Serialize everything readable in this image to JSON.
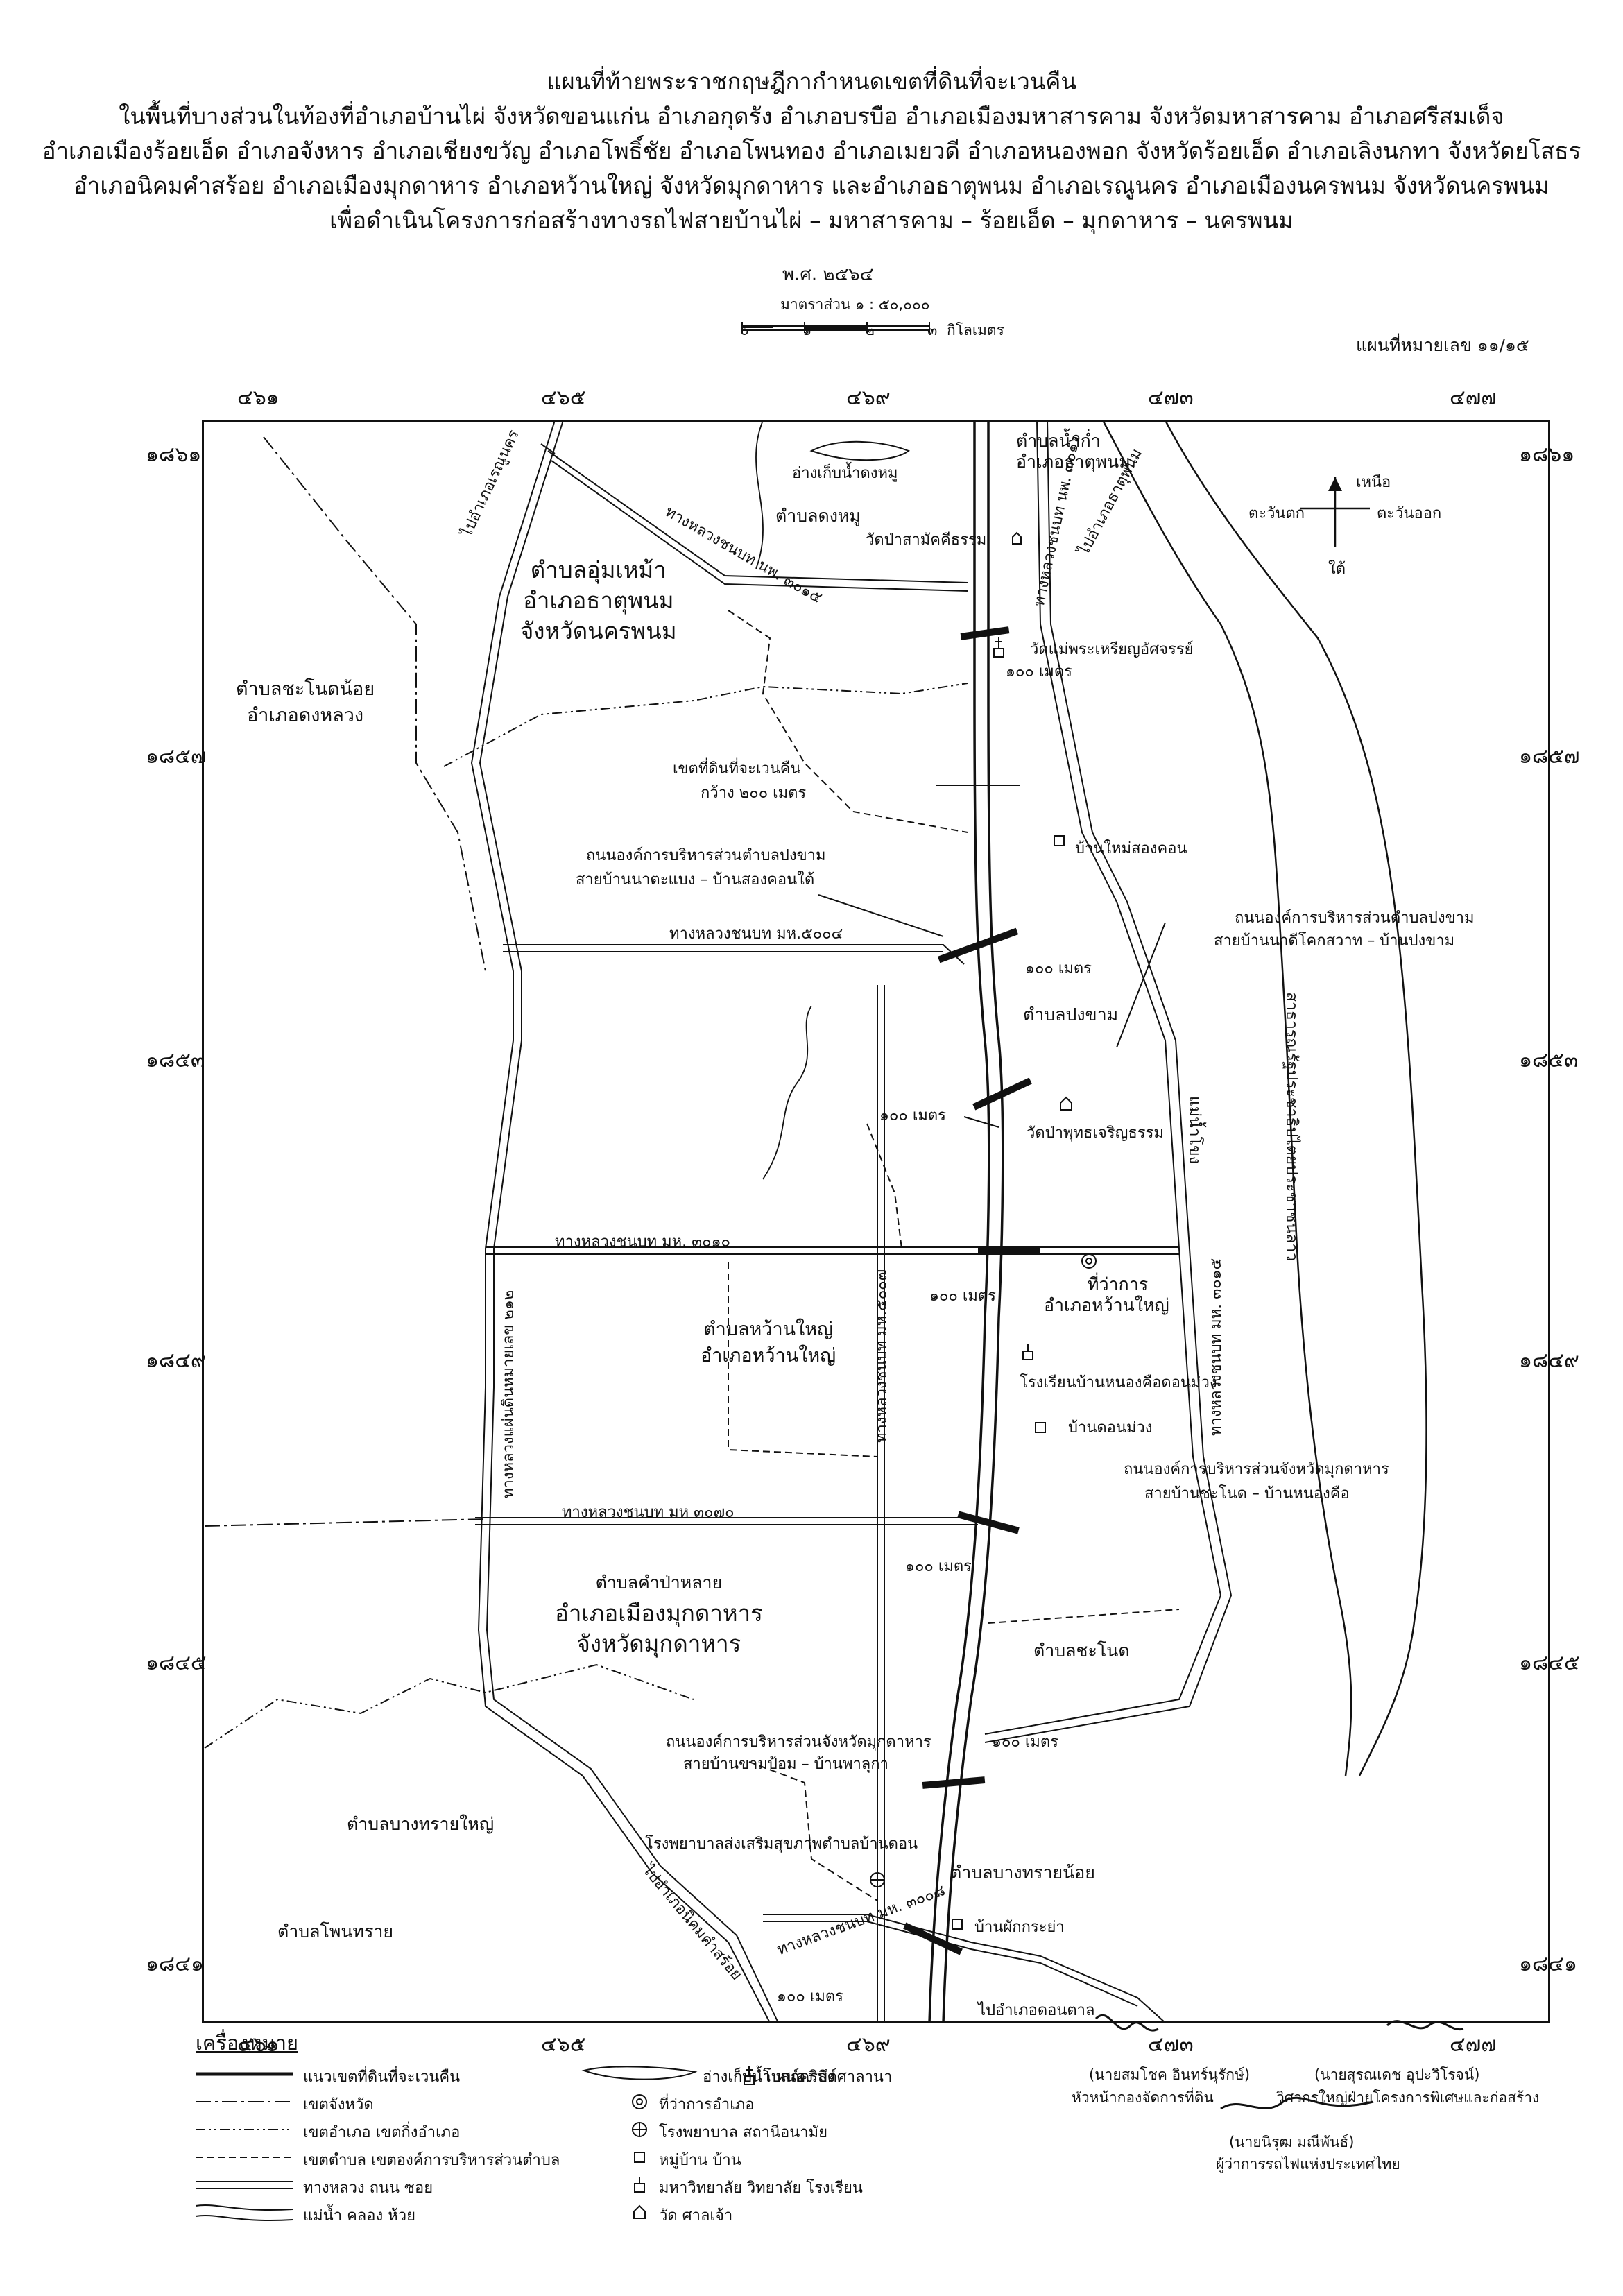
{
  "header": {
    "lines": [
      "แผนที่ท้ายพระราชกฤษฎีกากำหนดเขตที่ดินที่จะเวนคืน",
      "ในพื้นที่บางส่วนในท้องที่อำเภอบ้านไผ่ จังหวัดขอนแก่น อำเภอกุดรัง อำเภอบรบือ อำเภอเมืองมหาสารคาม จังหวัดมหาสารคาม อำเภอศรีสมเด็จ",
      "อำเภอเมืองร้อยเอ็ด อำเภอจังหาร อำเภอเชียงขวัญ อำเภอโพธิ์ชัย อำเภอโพนทอง อำเภอเมยวดี อำเภอหนองพอก จังหวัดร้อยเอ็ด อำเภอเลิงนกทา จังหวัดยโสธร",
      "อำเภอนิคมคำสร้อย อำเภอเมืองมุกดาหาร อำเภอหว้านใหญ่ จังหวัดมุกดาหาร และอำเภอธาตุพนม อำเภอเรณูนคร อำเภอเมืองนครพนม จังหวัดนครพนม",
      "เพื่อดำเนินโครงการก่อสร้างทางรถไฟสายบ้านไผ่ – มหาสารคาม – ร้อยเอ็ด – มุกดาหาร – นครพนม"
    ],
    "year": "พ.ศ. ๒๕๖๔",
    "scale_label": "มาตราส่วน ๑ : ๕๐,๐๐๐",
    "scale_ticks": [
      "๐",
      "๑",
      "๒",
      "๓"
    ],
    "scale_unit": "กิโลเมตร",
    "sheet_number": "แผนที่หมายเลข ๑๑/๑๕"
  },
  "coords": {
    "top": [
      "๔๖๑",
      "๔๖๕",
      "๔๖๙",
      "๔๗๓",
      "๔๗๗"
    ],
    "bottom": [
      "๔๖๑",
      "๔๖๕",
      "๔๖๙",
      "๔๗๓",
      "๔๗๗"
    ],
    "left": [
      "๑๘๖๑",
      "๑๘๕๗",
      "๑๘๕๓",
      "๑๘๔๙",
      "๑๘๔๕",
      "๑๘๔๑"
    ],
    "right": [
      "๑๘๖๑",
      "๑๘๕๗",
      "๑๘๕๓",
      "๑๘๔๙",
      "๑๘๔๕",
      "๑๘๔๑"
    ]
  },
  "compass": {
    "north": "เหนือ",
    "west": "ตะวันตก",
    "east": "ตะวันออก",
    "south": "ใต้"
  },
  "map_labels": {
    "district_1": [
      "ตำบลอุ่มเหม้า",
      "อำเภอธาตุพนม",
      "จังหวัดนครพนม"
    ],
    "district_2": [
      "ตำบลชะโนดน้อย",
      "อำเภอดงหลวง"
    ],
    "district_3": [
      "ตำบลหว้านใหญ่",
      "อำเภอหว้านใหญ่"
    ],
    "district_4": [
      "ตำบลคำป่าหลาย",
      "อำเภอเมืองมุกดาหาร",
      "จังหวัดมุกดาหาร"
    ],
    "tambon_namkam": [
      "ตำบลน้ำก่ำ",
      "อำเภอธาตุพนม"
    ],
    "tambon_dongmu": "ตำบลดงหมู",
    "reservoir": "อ่างเก็บน้ำดงหมู",
    "wat_1": "วัดป่าสามัคคีธรรม",
    "wat_2": "วัดแม่พระเหรียญอัศจรรย์",
    "wat_3": "วัดป่าพุทธเจริญธรรม",
    "road_renu": "ไปอำเภอเรณูนคร",
    "road_naphanom": "ไปอำเภอธาตุพนม",
    "road_nk3015": "ทางหลวงชนบท นพ. ๓๐๑๕",
    "road_nk3016": "ทางหลวงชนบท นพ. ๓๐๑๖",
    "expropriation_1": "เขตที่ดินที่จะเวนคืน",
    "expropriation_2": "กว้าง ๒๐๐ เมตร",
    "road_local_1a": "ถนนองค์การบริหารส่วนตำบลปงขาม",
    "road_local_1b": "สายบ้านนาตะแบง – บ้านสองคอนใต้",
    "road_local_2a": "ถนนองค์การบริหารส่วนตำบลปงขาม",
    "road_local_2b": "สายบ้านนาดีโคกสวาท – บ้านปงขาม",
    "village_songkhon": "บ้านใหม่สองคอน",
    "road_mk5004": "ทางหลวงชนบท มห.๕๐๐๔",
    "hundred_m": "๑๐๐ เมตร",
    "tambon_pongkham": "ตำบลปงขาม",
    "laos": "สาธารณรัฐประชาธิปไตยประชาชนลาว",
    "mekong": "แม่น้ำโขง",
    "road_mk3010": "ทางหลวงชนบท มห. ๓๐๑๐",
    "road_212": "ทางหลวงแผ่นดินหมายเลข ๒๑๒",
    "district_office": [
      "ที่ว่าการ",
      "อำเภอหว้านใหญ่"
    ],
    "road_mk5007": "ทางหลวงชนบท มห.๕๐๐๗",
    "road_mk3015": "ทางหลวงชนบท มห. ๓๐๑๕",
    "school": "โรงเรียนบ้านหนองคือดอนม่วง",
    "village_donmuang": "บ้านดอนม่วง",
    "road_pao_1a": "ถนนองค์การบริหารส่วนจังหวัดมุกดาหาร",
    "road_pao_1b": "สายบ้านชะโนด – บ้านหนองคือ",
    "road_mk3070": "ทางหลวงชนบท มห ๓๐๗๐",
    "tambon_chanot": "ตำบลชะโนด",
    "road_pao_2a": "ถนนองค์การบริหารส่วนจังหวัดมุกดาหาร",
    "road_pao_2b": "สายบ้านขามป้อม – บ้านพาลุกา",
    "tambon_bangsai_yai": "ตำบลบางทรายใหญ่",
    "hospital": "โรงพยาบาลส่งเสริมสุขภาพตำบลบ้านดอน",
    "tambon_bangsai_noi": "ตำบลบางทรายน้อย",
    "tambon_phonsai": "ตำบลโพนทราย",
    "road_nikhom": "ไปอำเภอนิคมคำสร้อย",
    "road_mk3008": "ทางหลวงชนบท มห. ๓๐๐๘",
    "village_phakkrayang": "บ้านผักกระย่า",
    "road_donthan": "ไปอำเภอดอนตาล"
  },
  "legend": {
    "title": "เครื่องหมาย",
    "items": [
      "แนวเขตที่ดินที่จะเวนคืน",
      "เขตจังหวัด",
      "เขตอำเภอ เขตกิ่งอำเภอ",
      "เขตตำบล เขตองค์การบริหารส่วนตำบล",
      "ทางหลวง ถนน ซอย",
      "แม่น้ำ คลอง ห้วย",
      "อ่างเก็บน้ำ หนอง บึง",
      "ที่ว่าการอำเภอ",
      "โรงพยาบาล สถานีอนามัย",
      "หมู่บ้าน บ้าน",
      "มหาวิทยาลัย วิทยาลัย โรงเรียน",
      "วัด ศาลเจ้า",
      "โบสถ์คริสต์ศาลานา"
    ]
  },
  "signatures": {
    "sig_1_name": "(นายสมโชค อินทร์นุรักษ์)",
    "sig_1_title": "หัวหน้ากองจัดการที่ดิน",
    "sig_2_name": "(นายสุรณเดช อุปะวิโรจน์)",
    "sig_2_title": "วิศวกรใหญ่ฝ่ายโครงการพิเศษและก่อสร้าง",
    "sig_3_name": "(นายนิรุฒ มณีพันธ์)",
    "sig_3_title": "ผู้ว่าการรถไฟแห่งประเทศไทย"
  }
}
